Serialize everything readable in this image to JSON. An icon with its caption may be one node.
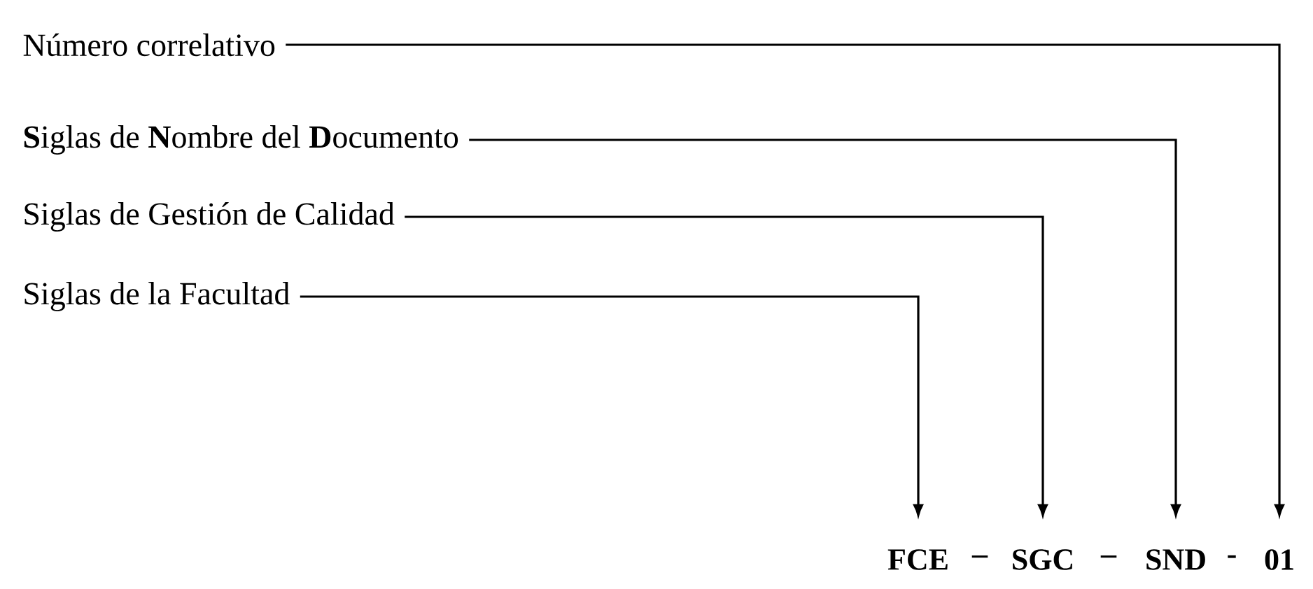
{
  "diagram": {
    "nodes": [
      {
        "text": [
          "Número correlativo"
        ]
      },
      {
        "text": [
          "**S**iglas de **N**ombre del **D**ocumento"
        ]
      },
      {
        "text": [
          "Siglas de Gestión de Calidad"
        ]
      },
      {
        "text": [
          "Siglas de la Facultad"
        ]
      },
      {
        "text": [
          "FCE"
        ]
      },
      {
        "text": [
          "SGC"
        ]
      },
      {
        "text": [
          "SND"
        ]
      },
      {
        "text": [
          "01"
        ]
      }
    ],
    "edges": [
      {
        "from": 0,
        "to": 7,
        "arrow": "to"
      },
      {
        "from": 1,
        "to": 6,
        "arrow": "to"
      },
      {
        "from": 2,
        "to": 5,
        "arrow": "to"
      },
      {
        "from": 3,
        "to": 4,
        "arrow": "to"
      }
    ],
    "labels": [
      "–",
      "–",
      "-"
    ]
  }
}
